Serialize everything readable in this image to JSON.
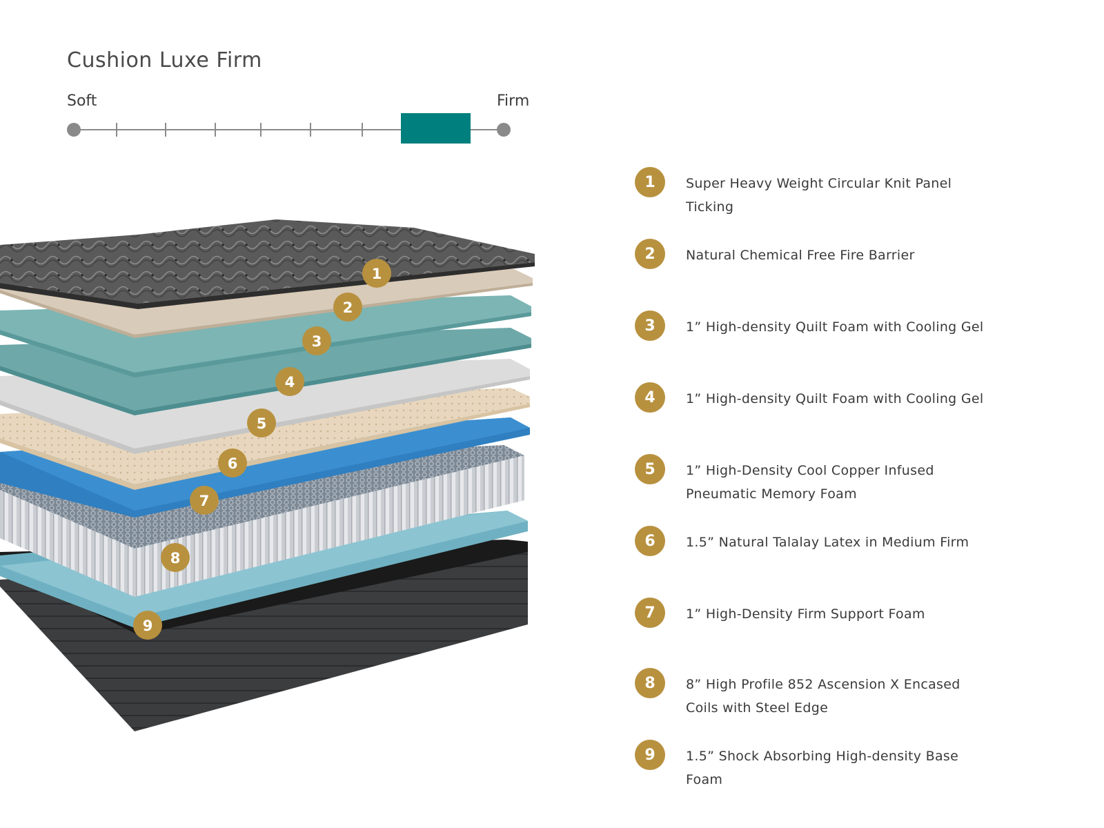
{
  "title": "Cushion Luxe Firm",
  "firmness": {
    "soft_label": "Soft",
    "firm_label": "Firm",
    "ticks": 9,
    "selected_level": 8,
    "accent_color": "#007f7f"
  },
  "badge_color": "#b8913f",
  "layers": [
    {
      "number": "1",
      "description": "Super Heavy Weight Circular Knit Panel Ticking"
    },
    {
      "number": "2",
      "description": "Natural Chemical Free Fire Barrier"
    },
    {
      "number": "3",
      "description": "1” High-density Quilt Foam with Cooling Gel"
    },
    {
      "number": "4",
      "description": "1” High-density Quilt Foam with Cooling Gel"
    },
    {
      "number": "5",
      "description": "1” High-Density Cool Copper Infused Pneumatic Memory Foam"
    },
    {
      "number": "6",
      "description": "1.5” Natural Talalay Latex in Medium Firm"
    },
    {
      "number": "7",
      "description": "1” High-Density Firm Support Foam"
    },
    {
      "number": "8",
      "description": "8” High Profile 852 Ascension X Encased Coils with Steel Edge"
    },
    {
      "number": "9",
      "description": "1.5” Shock Absorbing High-density Base Foam"
    }
  ]
}
